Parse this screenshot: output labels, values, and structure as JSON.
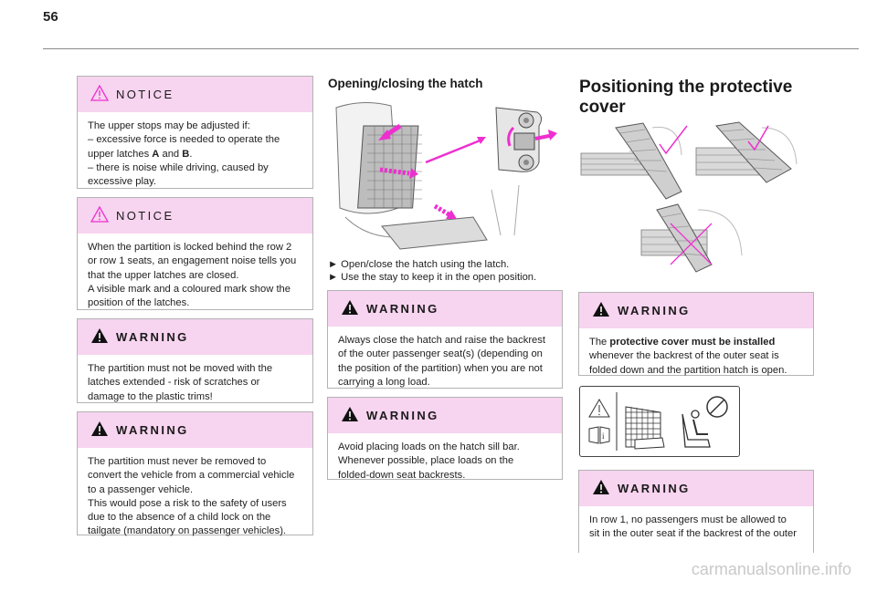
{
  "page": {
    "number": "56"
  },
  "col1": {
    "notice1": {
      "title": "NOTICE",
      "lines": [
        "The upper stops may be adjusted if:",
        "– excessive force is needed to operate the",
        "upper latches ",
        "– there is noise while driving, caused by",
        "excessive play."
      ],
      "latch_a": "A",
      "and_text": " and ",
      "latch_b": "B",
      "period": "."
    },
    "notice2": {
      "title": "NOTICE",
      "lines": [
        "When the partition is locked behind the row 2",
        "or row 1 seats, an engagement noise tells you",
        "that the upper latches are closed.",
        "A visible mark and a coloured mark show the",
        "position of the latches."
      ]
    },
    "warning1": {
      "title": "WARNING",
      "lines": [
        "The partition must not be moved with the",
        "latches extended - risk of scratches or",
        "damage to the plastic trims!"
      ]
    },
    "warning2": {
      "title": "WARNING",
      "lines": [
        "The partition must never be removed to",
        "convert the vehicle from a commercial vehicle",
        "to a passenger vehicle.",
        "This would pose a risk to the safety of users",
        "due to the absence of a child lock on the",
        "tailgate (mandatory on passenger vehicles)."
      ]
    }
  },
  "col2": {
    "heading": "Opening/closing the hatch",
    "bullets": [
      "► Open/close the hatch using the latch.",
      "► Use the stay to keep it in the open position."
    ],
    "warning1": {
      "title": "WARNING",
      "lines": [
        "Always close the hatch and raise the backrest",
        "of the outer passenger seat(s) (depending on",
        "the position of the partition) when you are not",
        "carrying a long load."
      ]
    },
    "warning2": {
      "title": "WARNING",
      "lines": [
        "Avoid placing loads on the hatch sill bar.",
        "Whenever possible, place loads on the",
        "folded-down seat backrests."
      ]
    }
  },
  "col3": {
    "heading_line1": "Positioning the protective",
    "heading_line2": "cover",
    "warning1": {
      "title": "WARNING",
      "pre": "The ",
      "bold": "protective cover must be installed",
      "lines": [
        "whenever the backrest of the outer seat is",
        "folded down and the partition hatch is open."
      ]
    },
    "warning2": {
      "title": "WARNING",
      "lines": [
        "In row 1, no passengers must be allowed to",
        "sit in the outer seat if the backrest of the outer"
      ]
    }
  },
  "colors": {
    "pink_header": "#f7d4ef",
    "magenta": "#ee2fd0",
    "border": "#b3b3b3"
  },
  "watermark": "carmanualsonline.info"
}
